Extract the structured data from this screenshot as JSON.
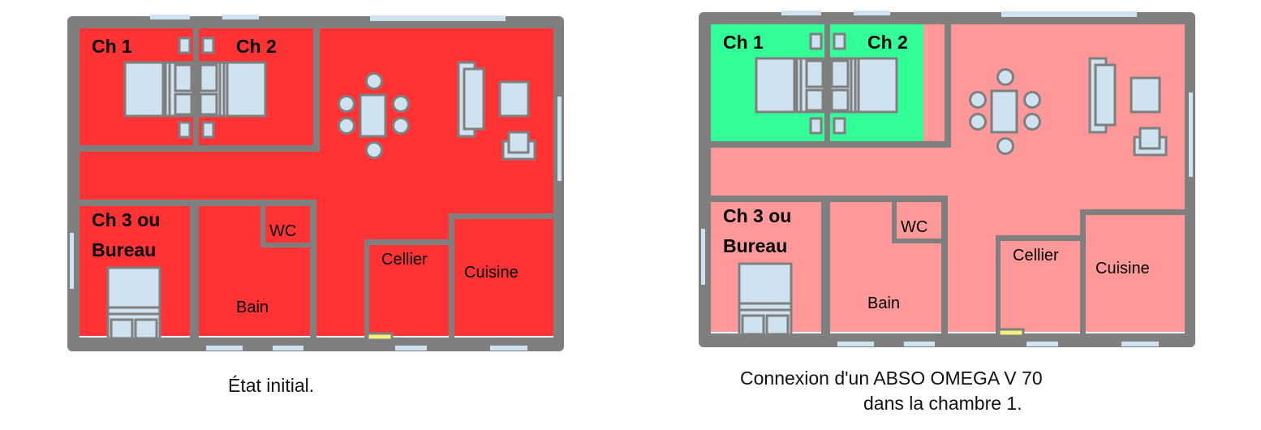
{
  "colors": {
    "wall": "#7f7f7f",
    "furniture": "#cfe2f0",
    "door": "#f5f07a",
    "initial_floor": "#ff3333",
    "after_floor": "#ff9999",
    "after_heated": "#33ff99"
  },
  "labels": {
    "ch1": "Ch 1",
    "ch2": "Ch 2",
    "ch3_line1": "Ch 3 ou",
    "ch3_line2": "Bureau",
    "wc": "WC",
    "cellier": "Cellier",
    "cuisine": "Cuisine",
    "bain": "Bain"
  },
  "plans": [
    {
      "id": "initial",
      "caption": [
        "État initial."
      ]
    },
    {
      "id": "after",
      "caption": [
        "Connexion d'un ABSO OMEGA V 70",
        "dans la chambre 1."
      ]
    }
  ]
}
